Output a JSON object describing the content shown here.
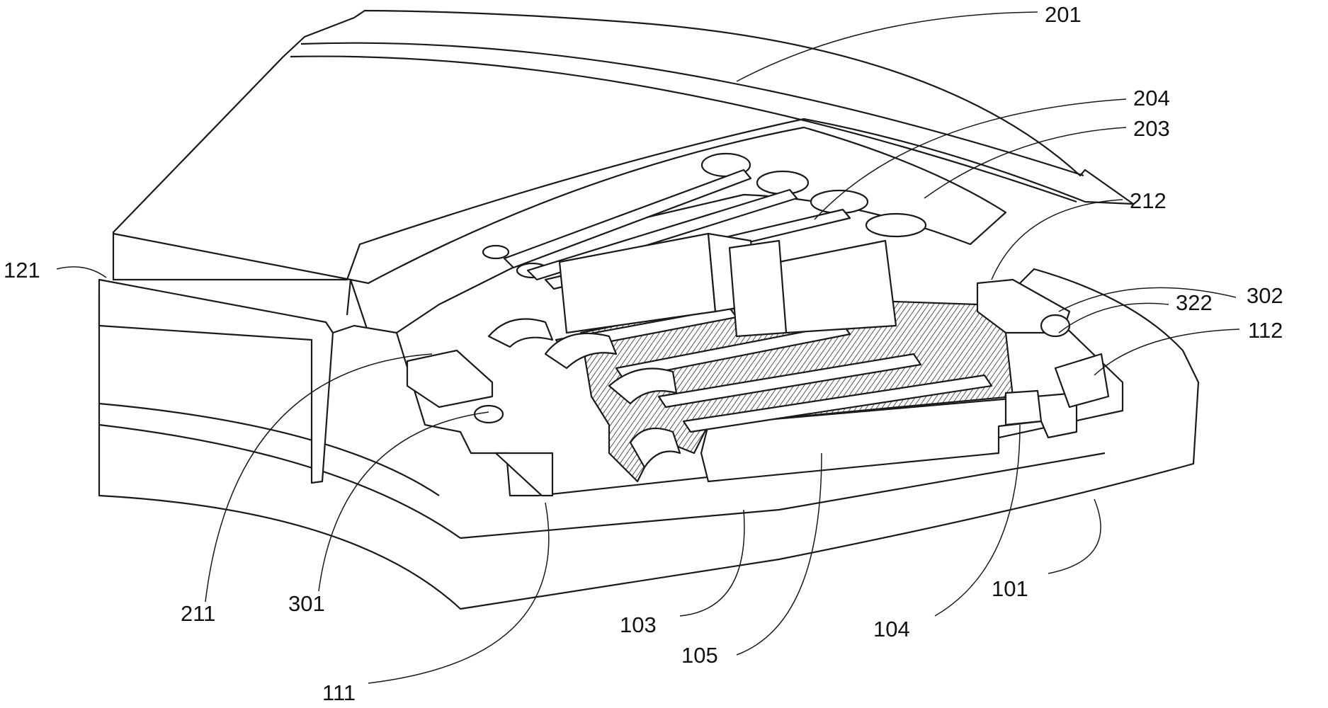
{
  "figure": {
    "labels": {
      "l201": "201",
      "l204": "204",
      "l203": "203",
      "l212": "212",
      "l121": "121",
      "l302": "302",
      "l322": "322",
      "l112": "112",
      "l211": "211",
      "l301": "301",
      "l111": "111",
      "l103": "103",
      "l105": "105",
      "l104": "104",
      "l101": "101"
    },
    "colors": {
      "ink": "#1a1a1a",
      "paper": "#ffffff",
      "hatch": "#7a7a7a"
    }
  }
}
